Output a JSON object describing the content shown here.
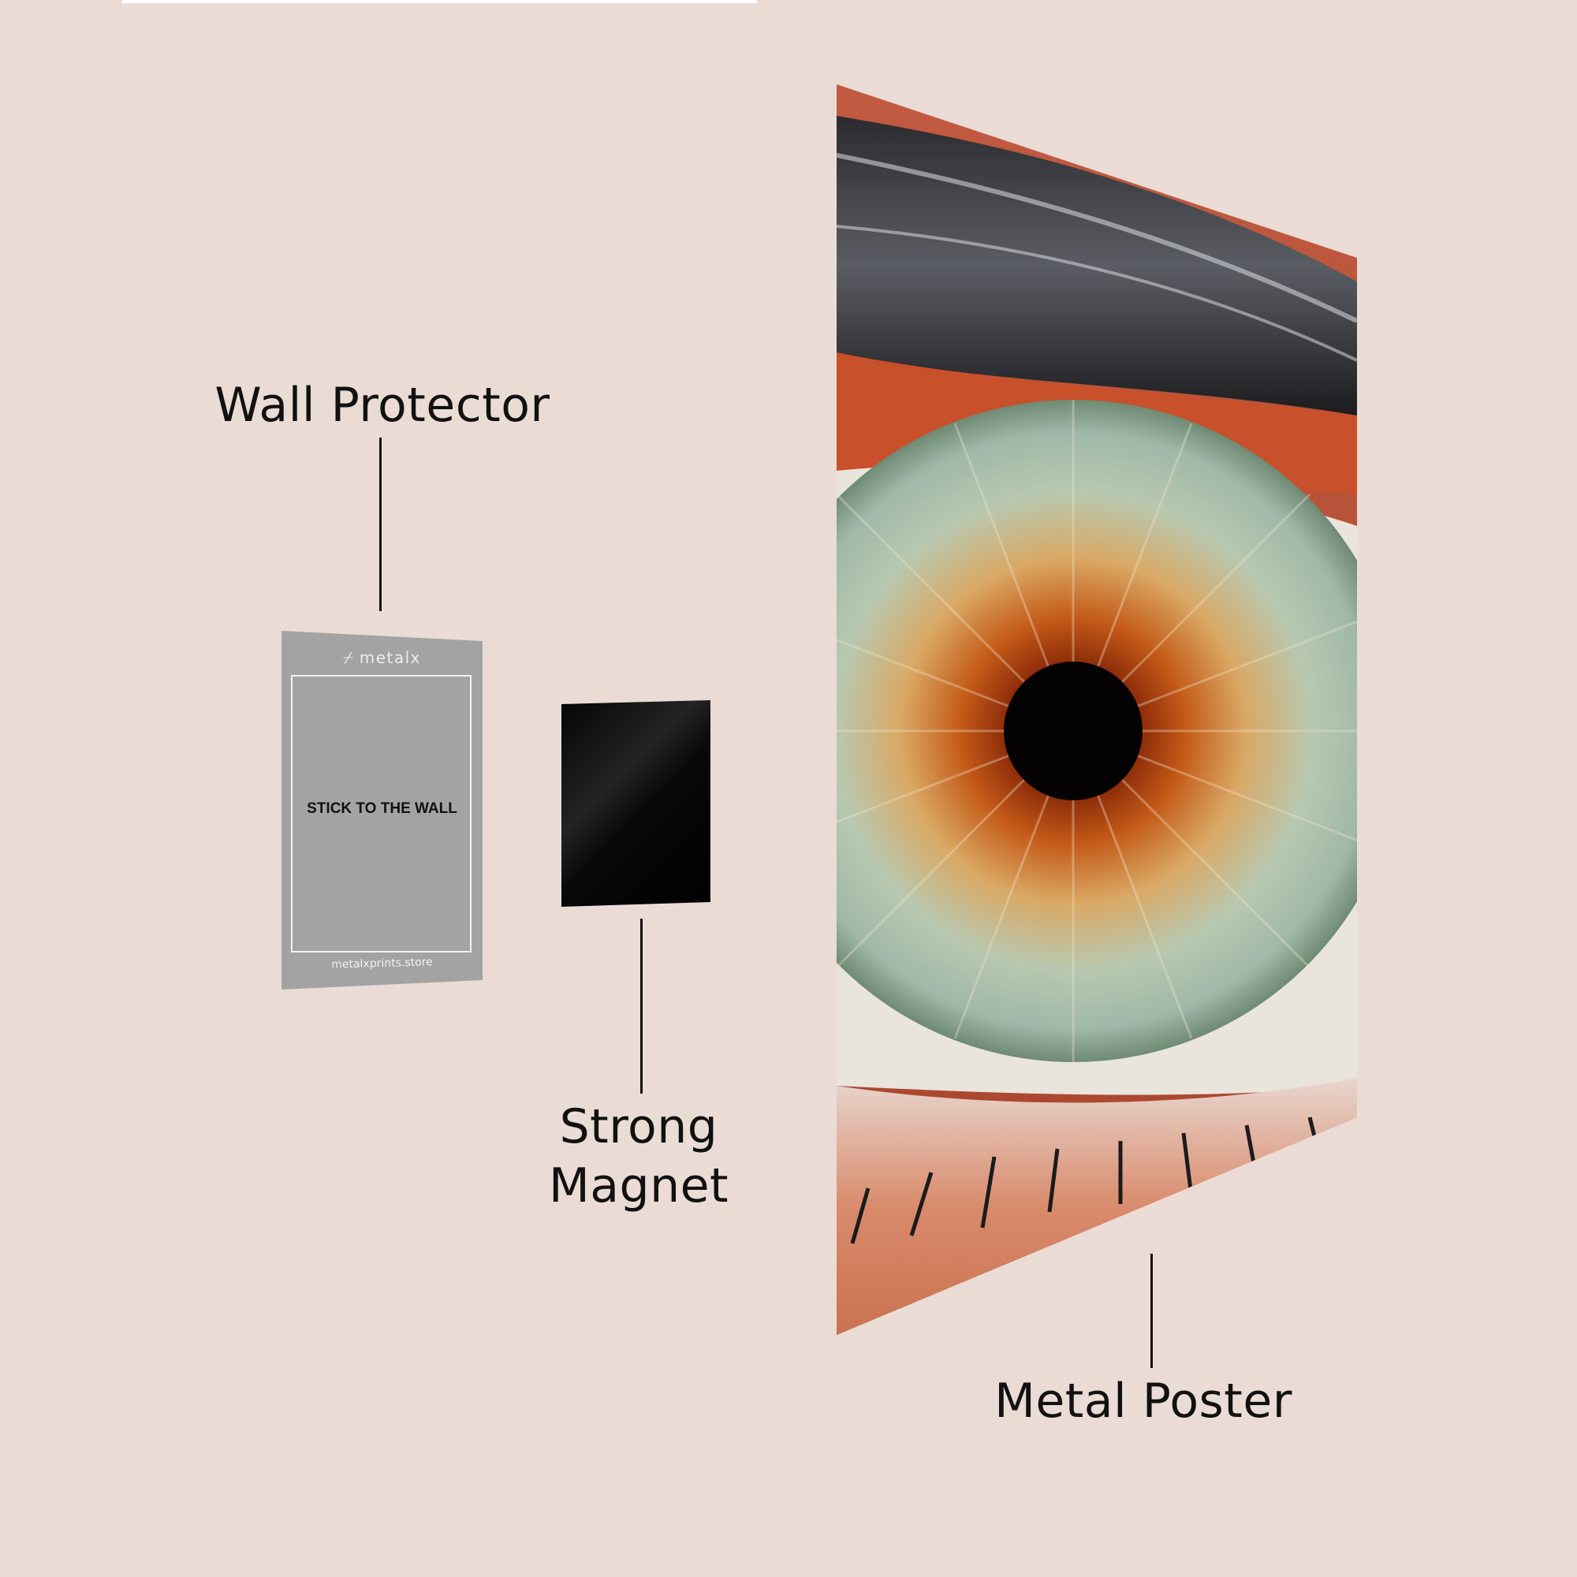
{
  "labels": {
    "wall_protector": "Wall Protector",
    "strong_magnet_line1": "Strong",
    "strong_magnet_line2": "Magnet",
    "metal_poster": "Metal Poster"
  },
  "wall_protector_card": {
    "brand": "metalx",
    "instruction": "STICK TO THE WALL",
    "website": "metalxprints.store"
  },
  "colors": {
    "background": "#EADCD5",
    "protector": "#A3A3A3",
    "magnet": "#000000",
    "label_text": "#111111"
  }
}
